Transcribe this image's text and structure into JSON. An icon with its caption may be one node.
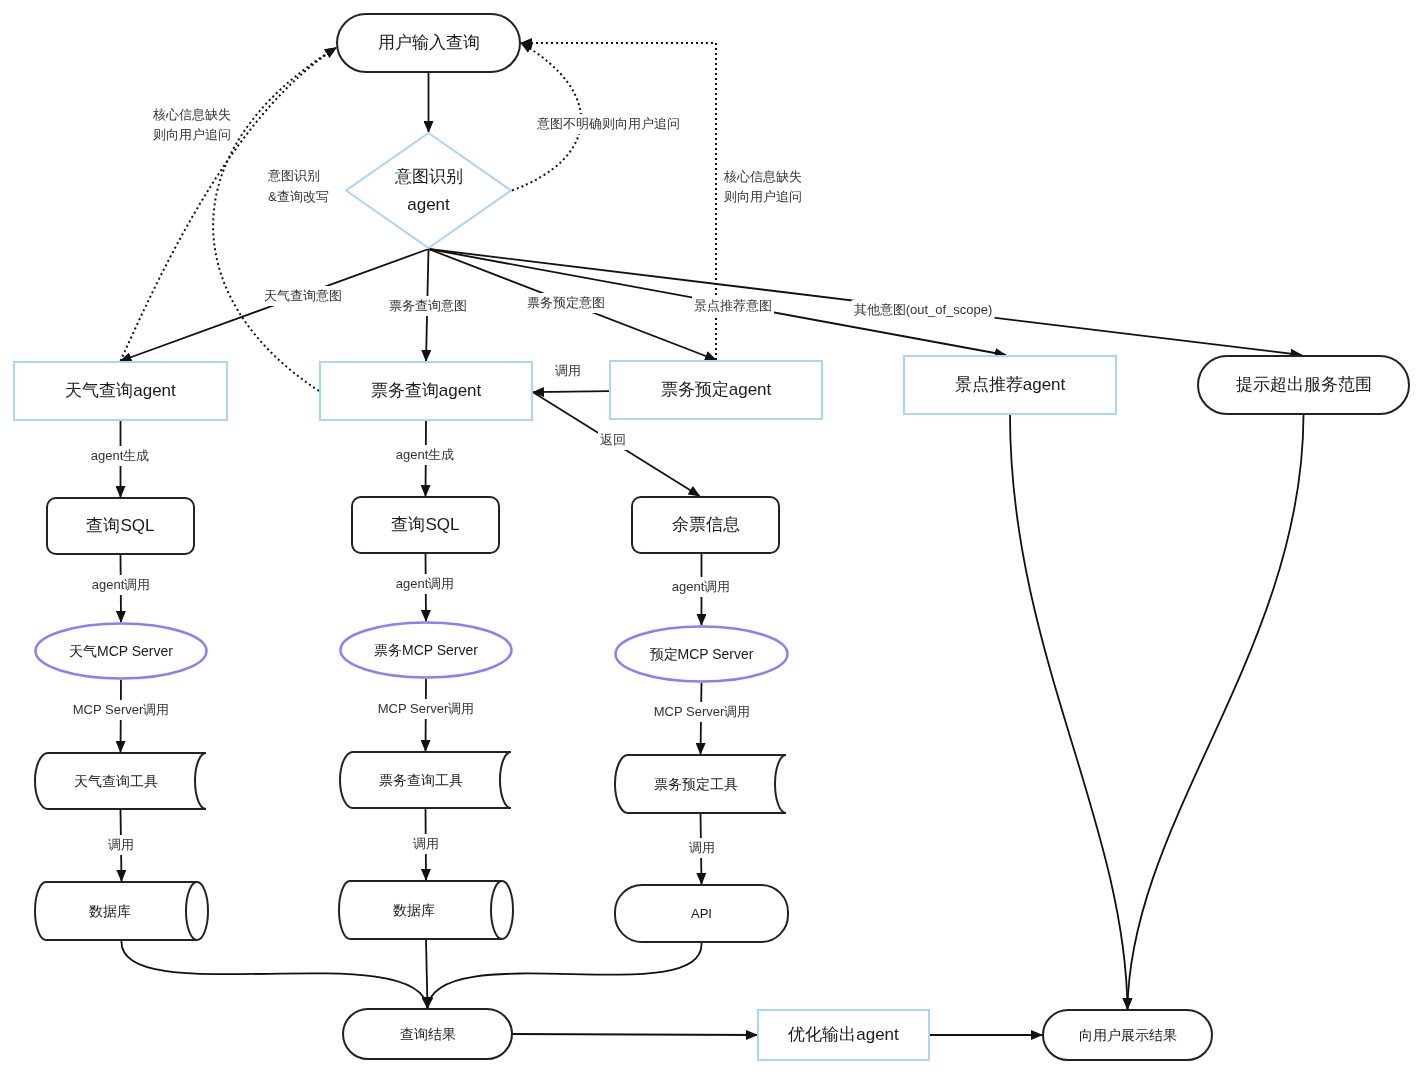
{
  "diagram": {
    "nodes": [
      {
        "text": [
          "用户输入查询"
        ]
      },
      {
        "text": [
          "意图识别 agent"
        ],
        "beside": [
          "意图识别 &查询改写"
        ]
      },
      {
        "text": [
          "天气查询agent"
        ]
      },
      {
        "text": [
          "票务查询agent"
        ]
      },
      {
        "text": [
          "票务预定agent"
        ]
      },
      {
        "text": [
          "景点推荐agent"
        ]
      },
      {
        "text": [
          "提示超出服务范围"
        ]
      },
      {
        "text": [
          "查询SQL"
        ]
      },
      {
        "text": [
          "查询SQL"
        ]
      },
      {
        "text": [
          "余票信息"
        ]
      },
      {
        "text": [
          "天气MCP Server"
        ]
      },
      {
        "text": [
          "票务MCP Server"
        ]
      },
      {
        "text": [
          "预定MCP Server"
        ]
      },
      {
        "text": [
          "天气查询工具"
        ]
      },
      {
        "text": [
          "票务查询工具"
        ]
      },
      {
        "text": [
          "票务预定工具"
        ]
      },
      {
        "text": [
          "数据库"
        ]
      },
      {
        "text": [
          "数据库"
        ]
      },
      {
        "text": [
          "API"
        ]
      },
      {
        "text": [
          "查询结果"
        ]
      },
      {
        "text": [
          "优化输出agent"
        ]
      },
      {
        "text": [
          "向用户展示结果"
        ]
      }
    ],
    "edges": [
      {
        "from": 0,
        "to": 1,
        "arrow": "to"
      },
      {
        "from": 1,
        "to": 0,
        "arrow": "to",
        "label": "意图不明确则向用户追问",
        "style": "dashed"
      },
      {
        "from": 1,
        "to": 2,
        "arrow": "to",
        "label": "天气查询意图"
      },
      {
        "from": 1,
        "to": 3,
        "arrow": "to",
        "label": "票务查询意图"
      },
      {
        "from": 1,
        "to": 4,
        "arrow": "to",
        "label": "票务预定意图"
      },
      {
        "from": 1,
        "to": 5,
        "arrow": "to",
        "label": "景点推荐意图"
      },
      {
        "from": 1,
        "to": 6,
        "arrow": "to",
        "label": "其他意图(out_of_scope)"
      },
      {
        "from": 2,
        "to": 0,
        "arrow": "to",
        "label": "核心信息缺失则向用户追问",
        "style": "dashed"
      },
      {
        "from": 3,
        "to": 0,
        "arrow": "to",
        "style": "dashed"
      },
      {
        "from": 4,
        "to": 0,
        "arrow": "to",
        "label": "核心信息缺失则向用户追问",
        "style": "dashed"
      },
      {
        "from": 4,
        "to": 3,
        "arrow": "to",
        "label": "调用"
      },
      {
        "from": 3,
        "to": 9,
        "arrow": "to",
        "label": "返回"
      },
      {
        "from": 2,
        "to": 7,
        "arrow": "to",
        "label": "agent生成"
      },
      {
        "from": 3,
        "to": 8,
        "arrow": "to",
        "label": "agent生成"
      },
      {
        "from": 7,
        "to": 10,
        "arrow": "to",
        "label": "agent调用"
      },
      {
        "from": 8,
        "to": 11,
        "arrow": "to",
        "label": "agent调用"
      },
      {
        "from": 9,
        "to": 12,
        "arrow": "to",
        "label": "agent调用"
      },
      {
        "from": 10,
        "to": 13,
        "arrow": "to",
        "label": "MCP Server调用"
      },
      {
        "from": 11,
        "to": 14,
        "arrow": "to",
        "label": "MCP Server调用"
      },
      {
        "from": 12,
        "to": 15,
        "arrow": "to",
        "label": "MCP Server调用"
      },
      {
        "from": 13,
        "to": 16,
        "arrow": "to",
        "label": "调用"
      },
      {
        "from": 14,
        "to": 17,
        "arrow": "to",
        "label": "调用"
      },
      {
        "from": 15,
        "to": 18,
        "arrow": "to",
        "label": "调用"
      },
      {
        "from": 16,
        "to": 19,
        "arrow": "to"
      },
      {
        "from": 17,
        "to": 19,
        "arrow": "to"
      },
      {
        "from": 18,
        "to": 19,
        "arrow": "to"
      },
      {
        "from": 5,
        "to": 21,
        "arrow": "to"
      },
      {
        "from": 6,
        "to": 21,
        "arrow": "to"
      },
      {
        "from": 19,
        "to": 20,
        "arrow": "to"
      },
      {
        "from": 20,
        "to": 21,
        "arrow": "to"
      }
    ]
  }
}
